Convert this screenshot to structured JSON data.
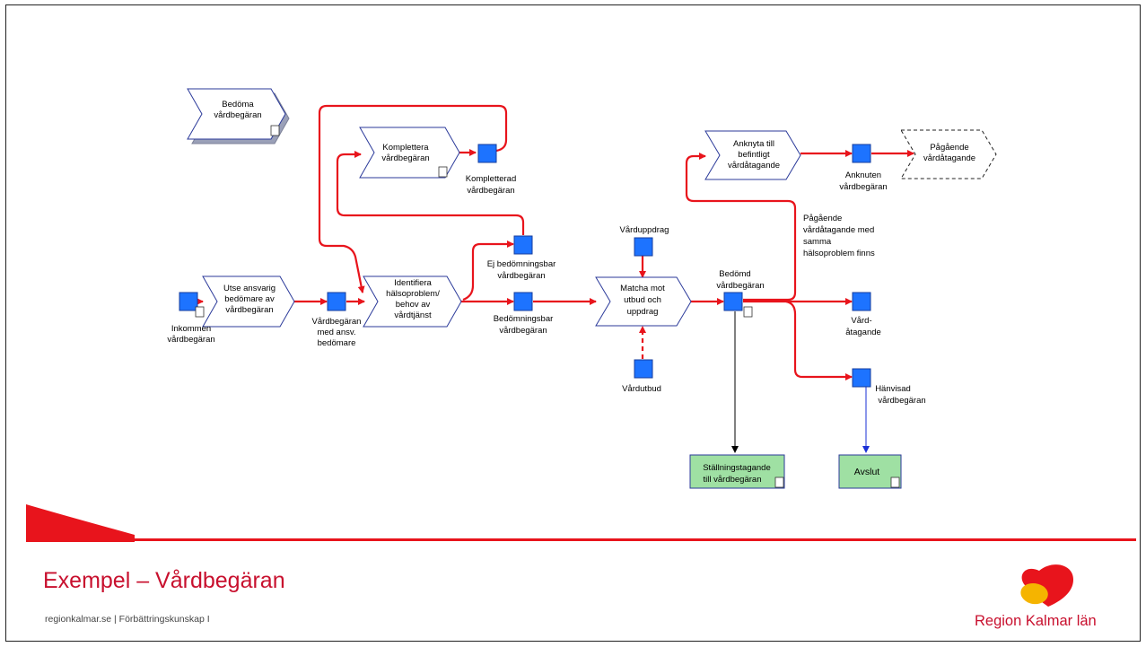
{
  "slide": {
    "title": "Exempel – Vårdbegäran",
    "footer": "regionkalmar.se  |  Förbättringskunskap I",
    "logo_text": "Region Kalmar län"
  },
  "colors": {
    "accent_red": "#e8141c",
    "event_blue": "#1d73ff",
    "outline_navy": "#2b3a9a",
    "end_green": "#9fe0a3",
    "brand_red": "#c8102e",
    "brand_yellow": "#f5b400"
  },
  "diagram": {
    "functions": {
      "bedoma": [
        "Bedöma",
        "vårdbegäran"
      ],
      "komplettera": [
        "Komplettera",
        "vårdbegäran"
      ],
      "utse": [
        "Utse ansvarig",
        "bedömare av",
        "vårdbegäran"
      ],
      "identifiera": [
        "Identifiera",
        "hälsoproblem/",
        "behov av",
        "vårdtjänst"
      ],
      "matcha": [
        "Matcha mot",
        "utbud och",
        "uppdrag"
      ],
      "anknyta": [
        "Anknyta till",
        "befintligt",
        "vårdåtagande"
      ],
      "pagaende": [
        "Pågående",
        "vårdåtagande"
      ]
    },
    "events": {
      "inkommen": [
        "Inkommen",
        "vårdbegäran"
      ],
      "med_ansv": [
        "Vårdbegäran",
        "med ansv.",
        "bedömare"
      ],
      "kompletterad": [
        "Kompletterad",
        "vårdbegäran"
      ],
      "ej_bedomningsbar": [
        "Ej bedömningsbar",
        "vårdbegäran"
      ],
      "bedomningsbar": [
        "Bedömningsbar",
        "vårdbegäran"
      ],
      "varduppdrag": [
        "Vårduppdrag"
      ],
      "vardutbud": [
        "Vårdutbud"
      ],
      "bedomd": [
        "Bedömd",
        "vårdbegäran"
      ],
      "anknuten": [
        "Anknuten",
        "vårdbegäran"
      ],
      "vardatagande": [
        "Vård-",
        "åtagande"
      ],
      "hanvisad": [
        "Hänvisad",
        "vårdbegäran"
      ]
    },
    "conditions": {
      "pagaende_finns": [
        "Pågående",
        "vårdåtagande med",
        "samma",
        "hälsoproblem finns"
      ]
    },
    "end_boxes": {
      "stallningstagande": [
        "Ställningstagande",
        "till vårdbegäran"
      ],
      "avslut": [
        "Avslut"
      ]
    }
  }
}
